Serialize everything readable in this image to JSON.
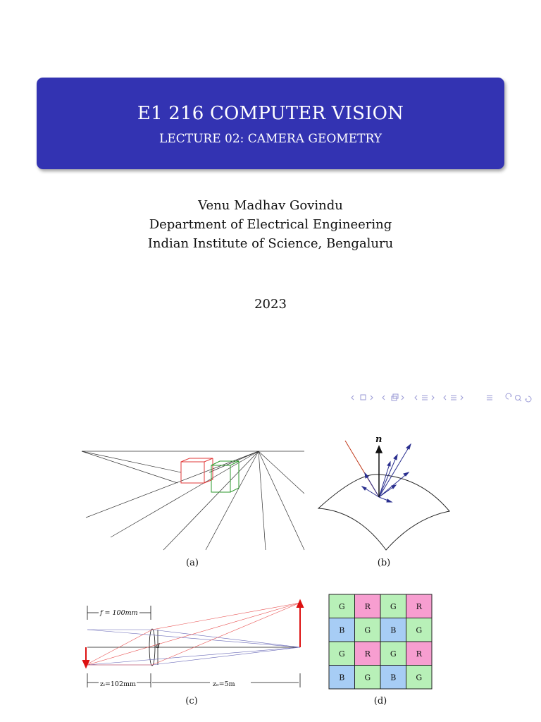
{
  "slide": {
    "title": "E1 216 COMPUTER VISION",
    "subtitle": "LECTURE 02: CAMERA GEOMETRY",
    "author": "Venu Madhav Govindu",
    "department": "Department of Electrical Engineering",
    "institute": "Indian Institute of Science, Bengaluru",
    "year": "2023",
    "colors": {
      "title_box": "#3333b2",
      "title_text": "#ffffff",
      "nav": "#9a9ad6"
    },
    "nav_icons": [
      "nav-left-arrow-icon",
      "nav-frame-icon",
      "nav-right-arrow-icon",
      "nav-subsection-icon",
      "nav-section-icon",
      "nav-align-icon",
      "nav-search-icon"
    ]
  },
  "figures": {
    "a": {
      "caption": "(a)"
    },
    "b": {
      "caption": "(b)",
      "normal_label": "n"
    },
    "c": {
      "caption": "(c)",
      "focal_label": "f = 100mm",
      "aperture_label": "d",
      "zi_label": "zᵢ=102mm",
      "zo_label": "zₒ=5m"
    },
    "d": {
      "caption": "(d)",
      "grid": [
        [
          "G",
          "R",
          "G",
          "R"
        ],
        [
          "B",
          "G",
          "B",
          "G"
        ],
        [
          "G",
          "R",
          "G",
          "R"
        ],
        [
          "B",
          "G",
          "B",
          "G"
        ]
      ],
      "cell_colors": {
        "G": "#b8f0b8",
        "R": "#f79ed0",
        "B": "#a7cdf5"
      }
    }
  }
}
